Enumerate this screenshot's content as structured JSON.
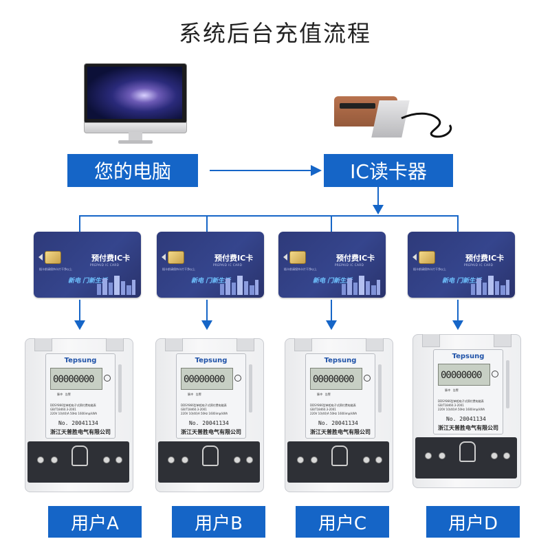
{
  "title": "系统后台充值流程",
  "computer_label": "您的电脑",
  "reader_label": "IC读卡器",
  "card": {
    "title": "预付费IC卡",
    "subtitle": "PREPAID IC CARD",
    "note": "插卡前请保持卡片干净以上",
    "slogan": "新电 门新生活"
  },
  "meter": {
    "brand": "Tepsung",
    "reading": "00000000",
    "led_labels": [
      "脉冲",
      "告警"
    ],
    "model_line": "DDSY866型单相电子式预付费电能表",
    "standard_line": "GB/T18460.3-2001",
    "spec_line": "220V 10(40)A 50Hz 1600imp/kWh",
    "serial_prefix": "No.",
    "serial": "20041134",
    "maker": "浙江天普胜电气有限公司"
  },
  "users": [
    "用户A",
    "用户B",
    "用户C",
    "用户D"
  ],
  "colors": {
    "accent": "#1565c7"
  }
}
